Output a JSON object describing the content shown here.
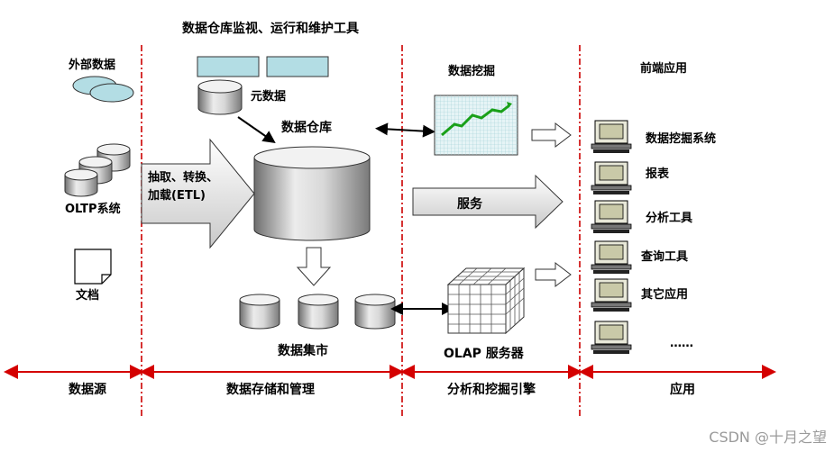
{
  "colors": {
    "divider": "#cc0000",
    "arrow_red": "#d40000",
    "panel": "#b3dde4",
    "screen": "#e6f4f6",
    "trend": "#19a019"
  },
  "sections": {
    "tools_title": "数据仓库监视、运行和维护工具",
    "mining_title": "数据挖掘",
    "frontend_title": "前端应用"
  },
  "sources": {
    "external": "外部数据",
    "oltp": "OLTP系统",
    "docs": "文档"
  },
  "storage": {
    "metadata": "元数据",
    "warehouse": "数据仓库",
    "etl_line1": "抽取、转换、",
    "etl_line2": "加载(ETL)",
    "datamart": "数据集市"
  },
  "analysis": {
    "service": "服务",
    "olap": "OLAP 服务器"
  },
  "apps": {
    "items": [
      "数据挖掘系统",
      "报表",
      "分析工具",
      "查询工具",
      "其它应用",
      "……"
    ]
  },
  "bottom": {
    "labels": [
      "数据源",
      "数据存储和管理",
      "分析和挖掘引擎",
      "应用"
    ]
  },
  "watermark": "CSDN @十月之望",
  "icons": [
    "database-cylinder-icon",
    "computer-terminal-icon",
    "document-icon",
    "olap-cube-icon",
    "trend-chart-icon"
  ]
}
